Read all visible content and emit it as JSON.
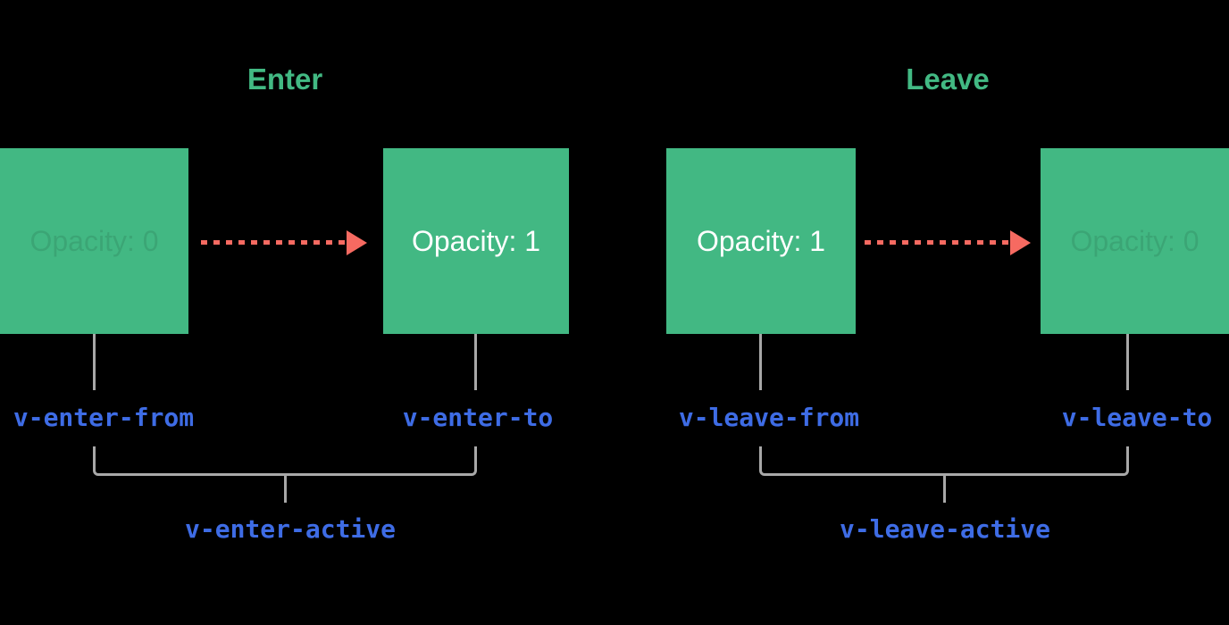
{
  "sections": {
    "enter": {
      "title": "Enter",
      "from_box": {
        "text": "Opacity: 0",
        "state": "faded"
      },
      "to_box": {
        "text": "Opacity: 1",
        "state": "solid"
      },
      "from_label": "v-enter-from",
      "to_label": "v-enter-to",
      "active_label": "v-enter-active"
    },
    "leave": {
      "title": "Leave",
      "from_box": {
        "text": "Opacity: 1",
        "state": "solid"
      },
      "to_box": {
        "text": "Opacity: 0",
        "state": "faded"
      },
      "from_label": "v-leave-from",
      "to_label": "v-leave-to",
      "active_label": "v-leave-active"
    }
  },
  "colors": {
    "background": "#000000",
    "box_green": "#42b883",
    "title_green": "#42b983",
    "arrow_red": "#f66a61",
    "label_blue": "#3e6ce5",
    "connector_gray": "#a8a8a8",
    "box_text_solid": "#ffffff",
    "box_text_faded": "rgba(0,0,0,0.10)"
  }
}
